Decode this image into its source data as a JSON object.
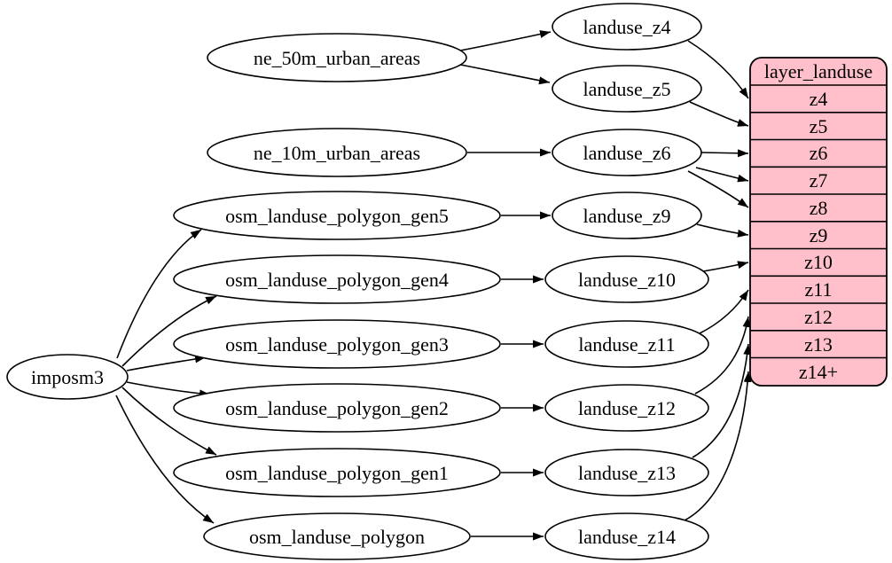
{
  "colors": {
    "record_fill": "#ffc0cb",
    "node_fill": "#ffffff",
    "edge_color": "#000000"
  },
  "nodes": {
    "source": "imposm3",
    "tables": [
      "ne_50m_urban_areas",
      "ne_10m_urban_areas",
      "osm_landuse_polygon_gen5",
      "osm_landuse_polygon_gen4",
      "osm_landuse_polygon_gen3",
      "osm_landuse_polygon_gen2",
      "osm_landuse_polygon_gen1",
      "osm_landuse_polygon"
    ],
    "views": [
      "landuse_z4",
      "landuse_z5",
      "landuse_z6",
      "landuse_z9",
      "landuse_z10",
      "landuse_z11",
      "landuse_z12",
      "landuse_z13",
      "landuse_z14"
    ],
    "layer": {
      "header": "layer_landuse",
      "rows": [
        "z4",
        "z5",
        "z6",
        "z7",
        "z8",
        "z9",
        "z10",
        "z11",
        "z12",
        "z13",
        "z14+"
      ]
    }
  },
  "edges": [
    {
      "from": "imposm3",
      "to": "osm_landuse_polygon_gen5"
    },
    {
      "from": "imposm3",
      "to": "osm_landuse_polygon_gen4"
    },
    {
      "from": "imposm3",
      "to": "osm_landuse_polygon_gen3"
    },
    {
      "from": "imposm3",
      "to": "osm_landuse_polygon_gen2"
    },
    {
      "from": "imposm3",
      "to": "osm_landuse_polygon_gen1"
    },
    {
      "from": "imposm3",
      "to": "osm_landuse_polygon"
    },
    {
      "from": "ne_50m_urban_areas",
      "to": "landuse_z4"
    },
    {
      "from": "ne_50m_urban_areas",
      "to": "landuse_z5"
    },
    {
      "from": "ne_10m_urban_areas",
      "to": "landuse_z6"
    },
    {
      "from": "osm_landuse_polygon_gen5",
      "to": "landuse_z9"
    },
    {
      "from": "osm_landuse_polygon_gen4",
      "to": "landuse_z10"
    },
    {
      "from": "osm_landuse_polygon_gen3",
      "to": "landuse_z11"
    },
    {
      "from": "osm_landuse_polygon_gen2",
      "to": "landuse_z12"
    },
    {
      "from": "osm_landuse_polygon_gen1",
      "to": "landuse_z13"
    },
    {
      "from": "osm_landuse_polygon",
      "to": "landuse_z14"
    },
    {
      "from": "landuse_z4",
      "to": "layer_landuse.z4"
    },
    {
      "from": "landuse_z5",
      "to": "layer_landuse.z5"
    },
    {
      "from": "landuse_z6",
      "to": "layer_landuse.z6"
    },
    {
      "from": "landuse_z6",
      "to": "layer_landuse.z7"
    },
    {
      "from": "landuse_z6",
      "to": "layer_landuse.z8"
    },
    {
      "from": "landuse_z9",
      "to": "layer_landuse.z9"
    },
    {
      "from": "landuse_z10",
      "to": "layer_landuse.z10"
    },
    {
      "from": "landuse_z11",
      "to": "layer_landuse.z11"
    },
    {
      "from": "landuse_z12",
      "to": "layer_landuse.z12"
    },
    {
      "from": "landuse_z13",
      "to": "layer_landuse.z13"
    },
    {
      "from": "landuse_z14",
      "to": "layer_landuse.z14+"
    }
  ]
}
